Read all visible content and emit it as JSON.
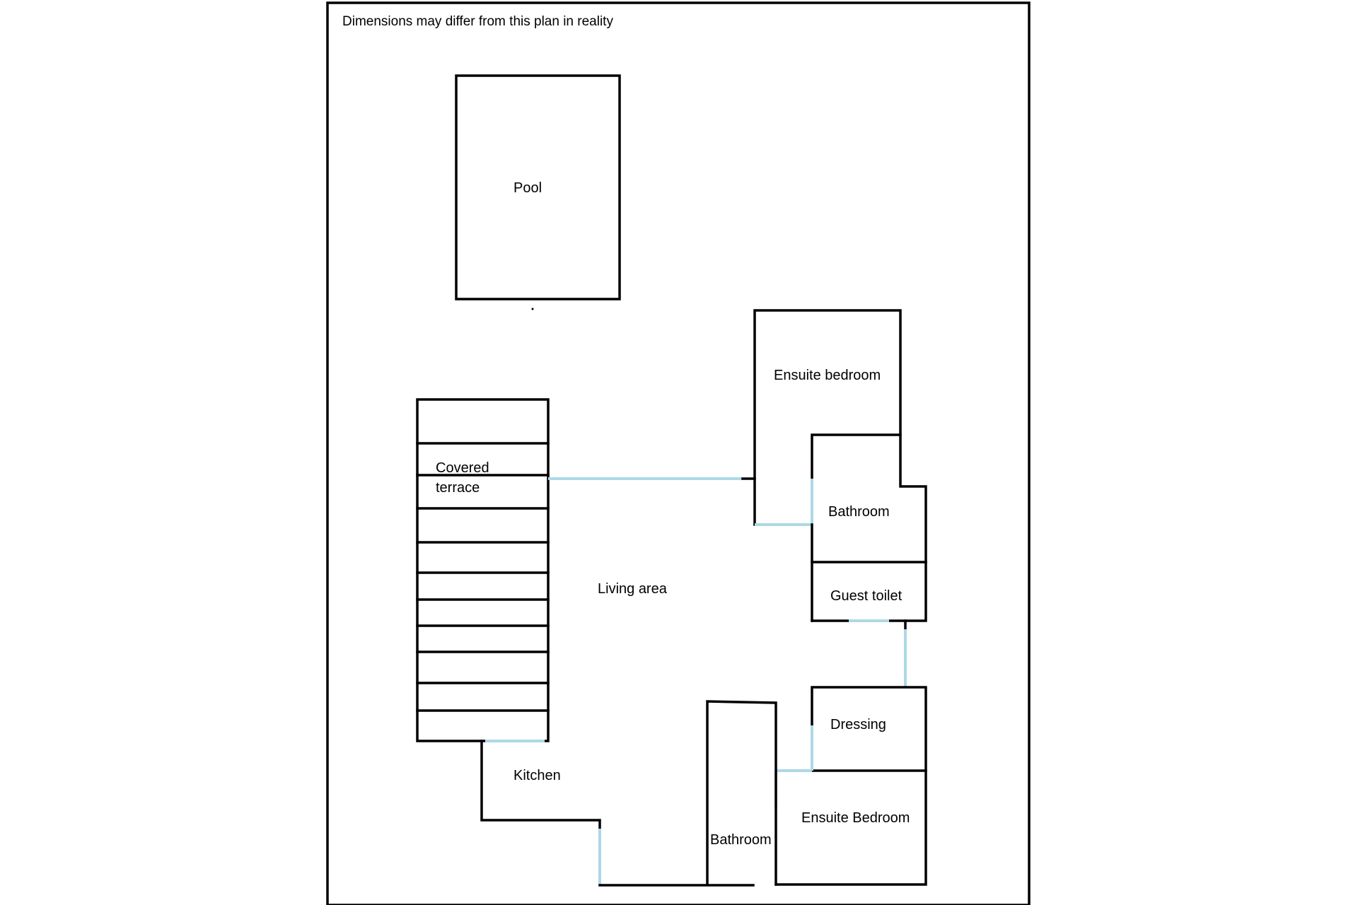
{
  "note": "Dimensions may differ from this plan in reality",
  "rooms": {
    "pool": "Pool",
    "covered_terrace_line1": "Covered",
    "covered_terrace_line2": "terrace",
    "living_area": "Living area",
    "ensuite_bedroom_top": "Ensuite bedroom",
    "bathroom_top": "Bathroom",
    "guest_toilet": "Guest toilet",
    "dressing": "Dressing",
    "ensuite_bedroom_bottom": "Ensuite Bedroom",
    "bathroom_bottom": "Bathroom",
    "kitchen": "Kitchen"
  },
  "colors": {
    "wall": "#000000",
    "opening": "#add8e6",
    "background": "#ffffff"
  }
}
